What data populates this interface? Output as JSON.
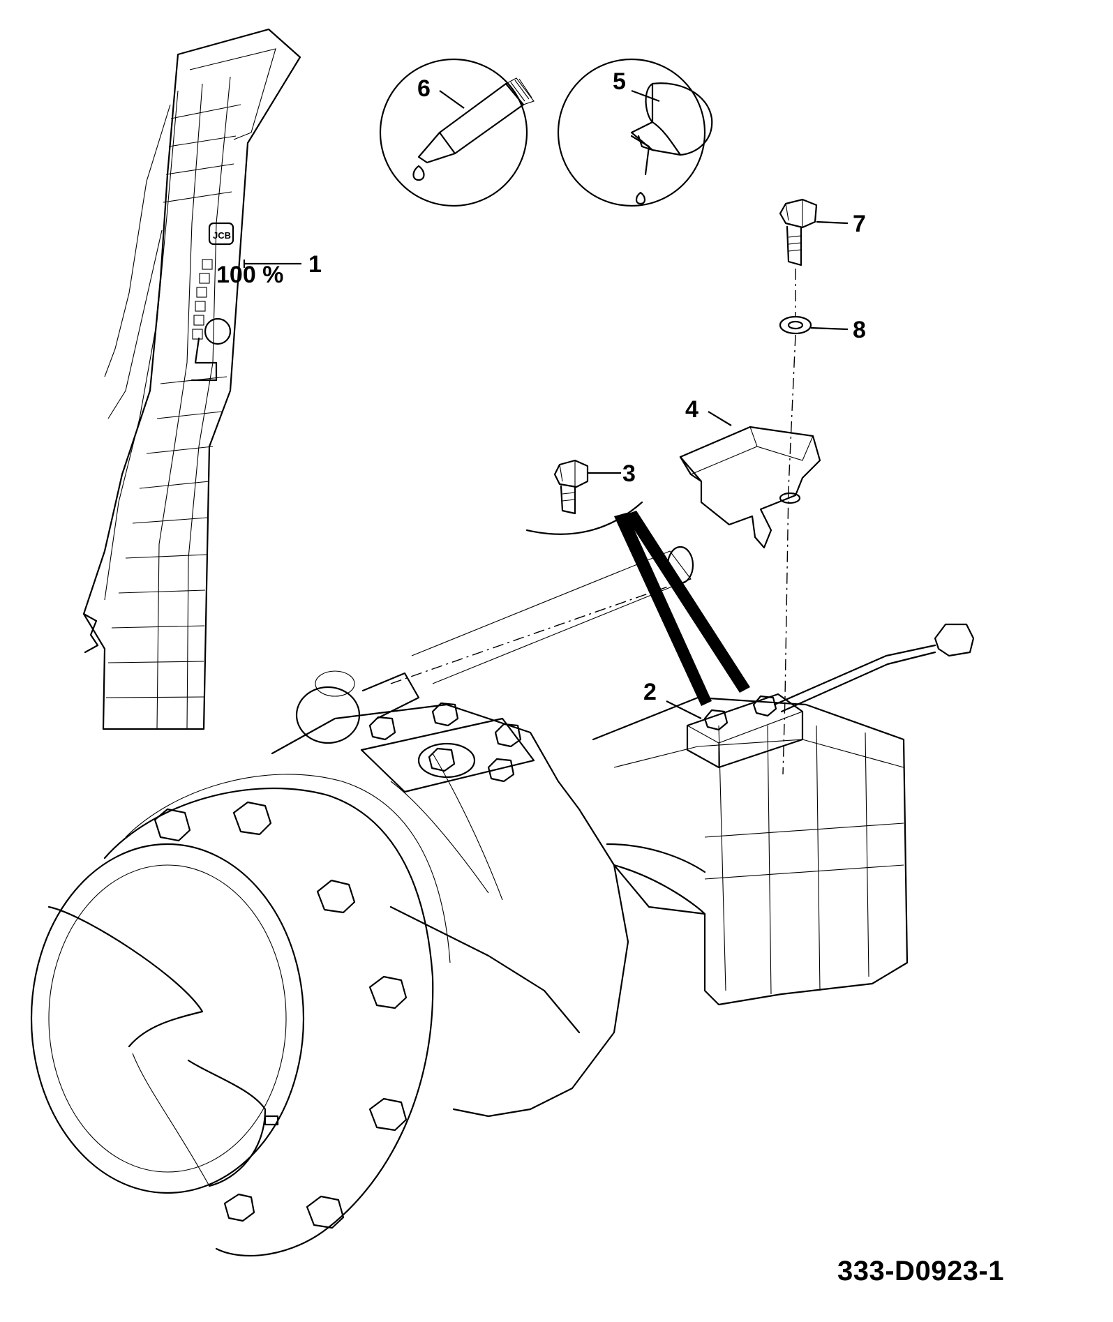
{
  "diagram": {
    "drawing_number": "333-D0923-1",
    "decal_text": {
      "percent": "100 %",
      "logo": "JCB"
    },
    "callouts": [
      {
        "id": "1",
        "label": "1"
      },
      {
        "id": "2",
        "label": "2"
      },
      {
        "id": "3",
        "label": "3"
      },
      {
        "id": "4",
        "label": "4"
      },
      {
        "id": "5",
        "label": "5"
      },
      {
        "id": "6",
        "label": "6"
      },
      {
        "id": "7",
        "label": "7"
      },
      {
        "id": "8",
        "label": "8"
      }
    ]
  }
}
